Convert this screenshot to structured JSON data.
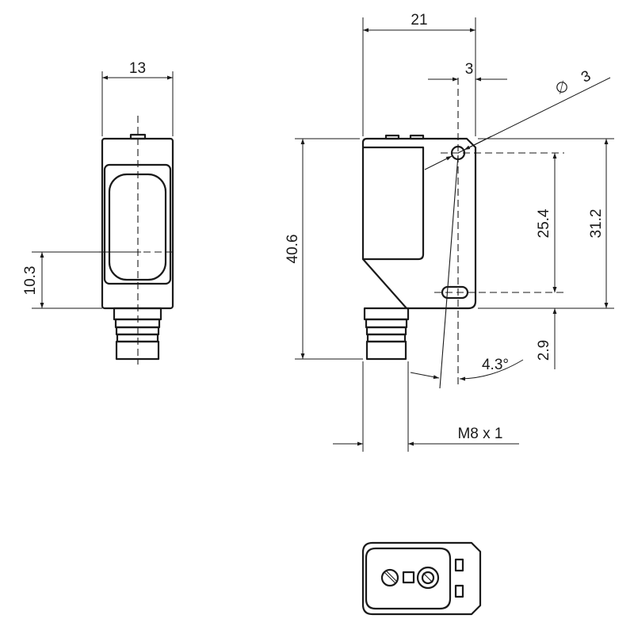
{
  "dimensions": {
    "width_side": "13",
    "width_front": "21",
    "slot_offset": "3",
    "hole_diameter": "3",
    "overall_height": "40.6",
    "hole_spacing": "25.4",
    "top_to_axis": "31.2",
    "lens_height": "10.3",
    "connector_length": "2.9",
    "beam_angle": "4.3°",
    "thread": "M8 x 1"
  },
  "symbols": {
    "diameter": "∅"
  }
}
